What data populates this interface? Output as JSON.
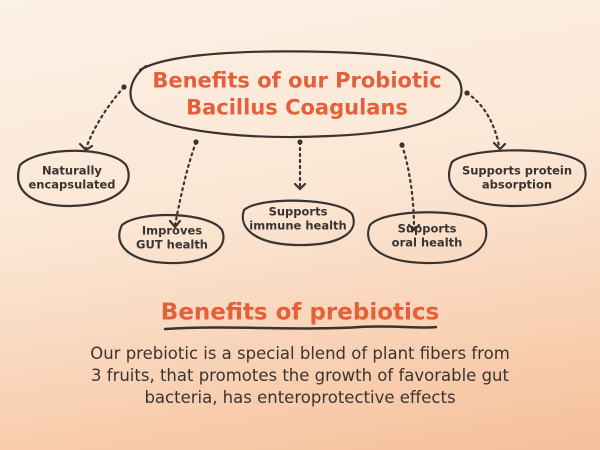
{
  "diagram": {
    "title_lines": [
      "Benefits of our Probiotic",
      "Bacillus Coagulans"
    ],
    "nodes": [
      {
        "lines": [
          "Naturally",
          "encapsulated"
        ]
      },
      {
        "lines": [
          "Improves",
          "GUT health"
        ]
      },
      {
        "lines": [
          "Supports",
          "immune health"
        ]
      },
      {
        "lines": [
          "Supports",
          "oral health"
        ]
      },
      {
        "lines": [
          "Supports protein",
          "absorption"
        ]
      }
    ]
  },
  "prebiotics": {
    "heading": "Benefits of prebiotics",
    "paragraph_lines": [
      "Our prebiotic is a special blend of plant fibers from",
      "3 fruits, that promotes the growth of favorable gut",
      "bacteria, has enteroprotective effects"
    ]
  },
  "colors": {
    "accent": "#e5603a",
    "ink": "#3a3430"
  }
}
